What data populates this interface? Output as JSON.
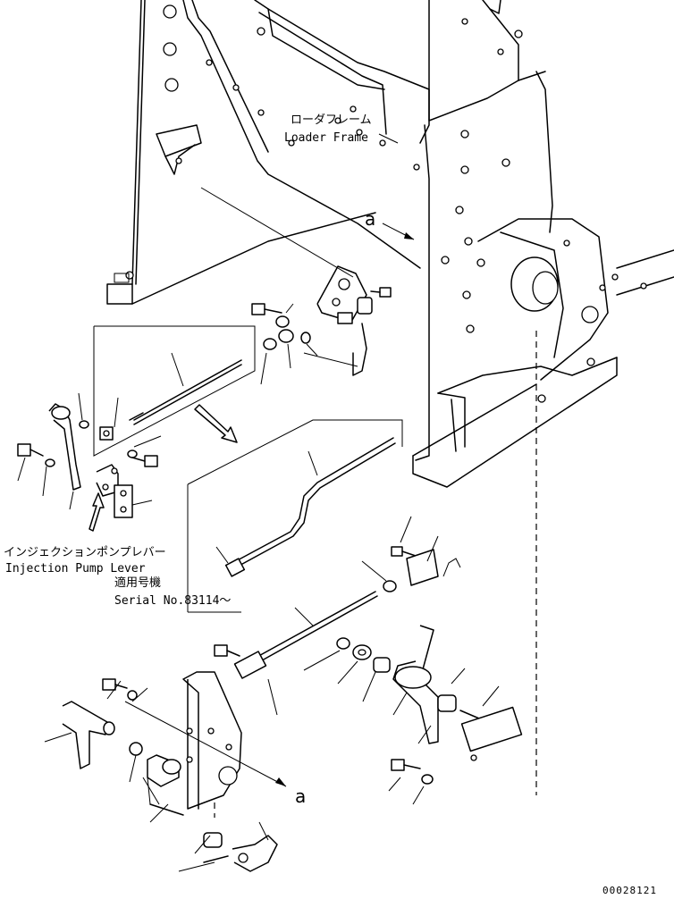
{
  "labels": {
    "loader_frame_jp": "ローダフレーム",
    "loader_frame_en": "Loader Frame",
    "pump_lever_jp": "インジェクションポンプレバー",
    "pump_lever_en": "Injection Pump Lever",
    "serial_jp": "適用号機",
    "serial_en": "Serial No.83114～",
    "callout_a_upper": "a",
    "callout_a_lower": "a",
    "drawing_code": "00028121"
  }
}
